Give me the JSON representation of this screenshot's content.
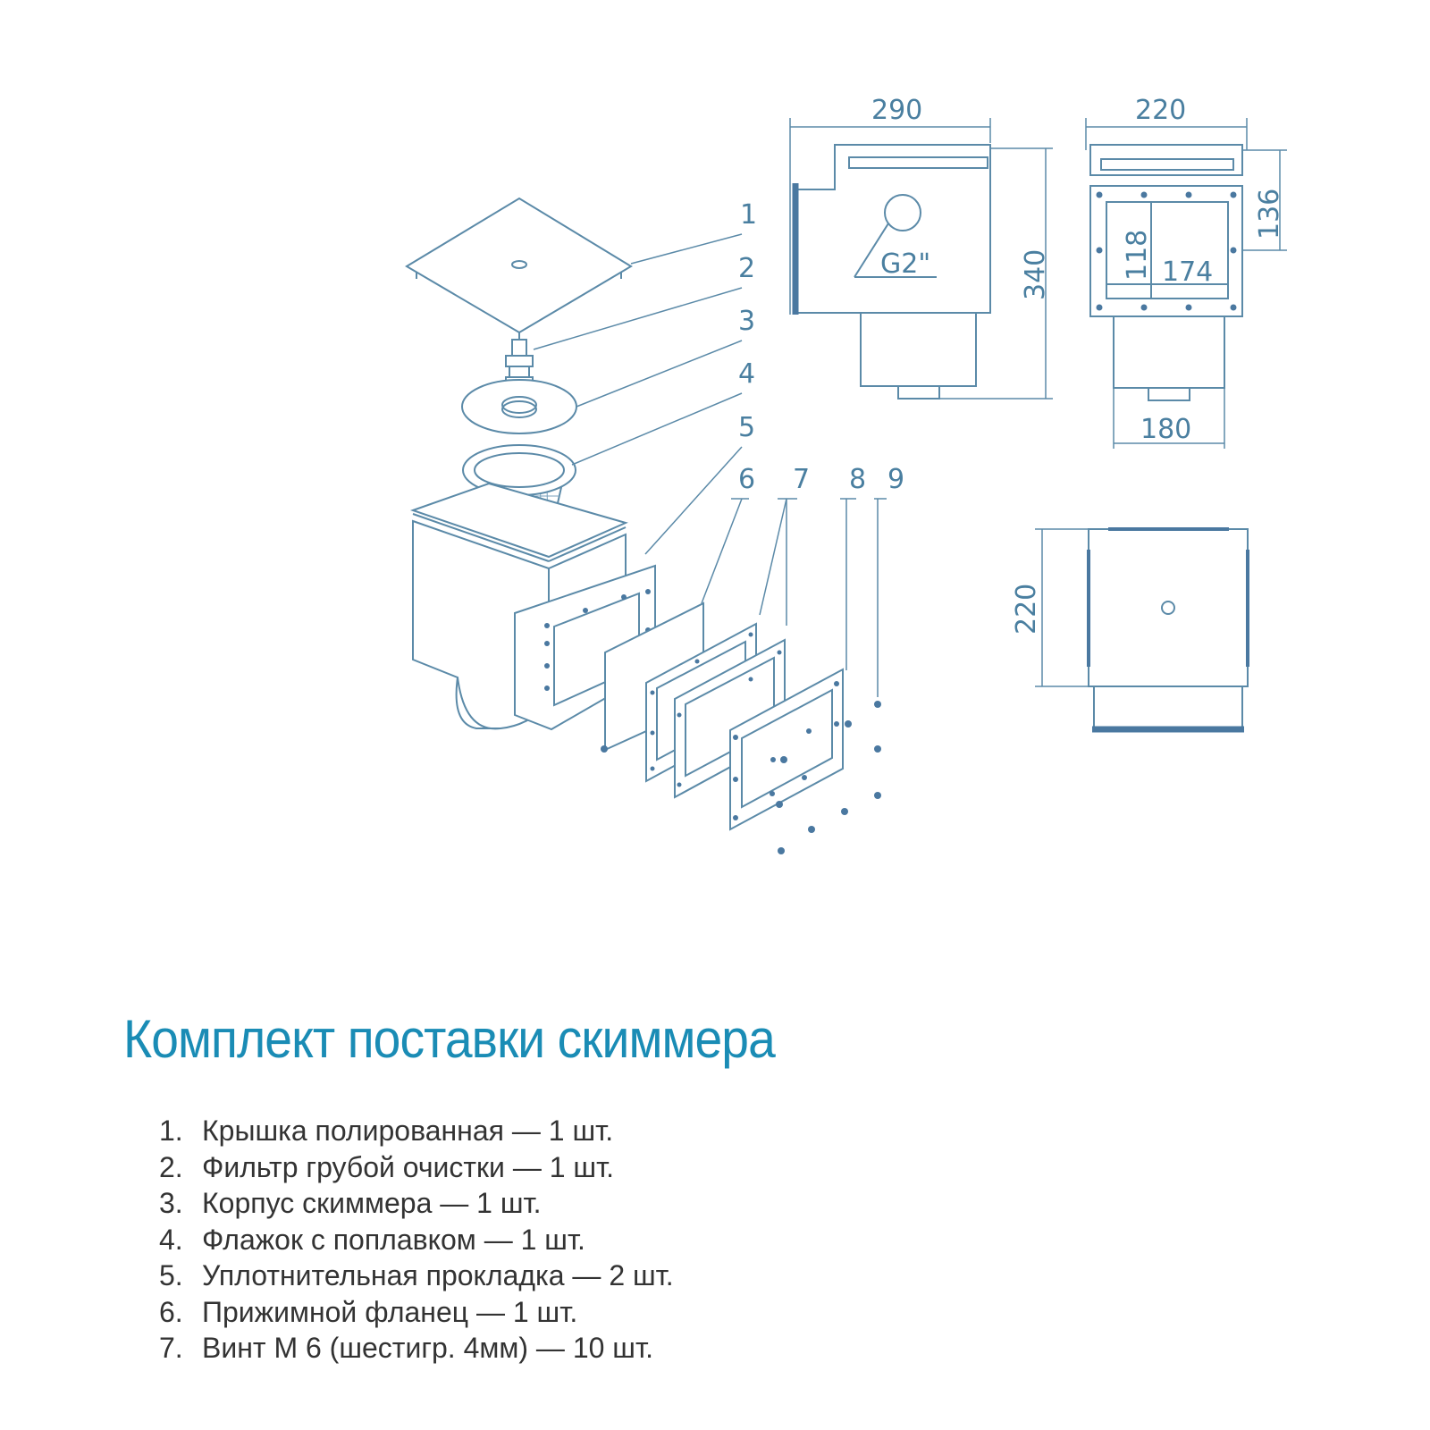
{
  "diagram": {
    "callouts": [
      "1",
      "2",
      "3",
      "4",
      "5",
      "6",
      "7",
      "8",
      "9"
    ],
    "front_view": {
      "width": "290",
      "height": "340",
      "thread": "G2\""
    },
    "side_view": {
      "width": "220",
      "height": "136",
      "opening_height": "118",
      "opening_width": "174",
      "bottom_width": "180"
    },
    "top_view": {
      "depth": "220"
    },
    "colors": {
      "line": "#5b8aa8",
      "heavy": "#4a78a0",
      "title": "#1a8cb5",
      "text": "#333333"
    }
  },
  "kit": {
    "title": "Комплект поставки скиммера",
    "items": [
      {
        "num": "1.",
        "text": "Крышка полированная — 1 шт."
      },
      {
        "num": "2.",
        "text": "Фильтр грубой очистки — 1 шт."
      },
      {
        "num": "3.",
        "text": "Корпус скиммера — 1 шт."
      },
      {
        "num": "4.",
        "text": "Флажок с поплавком — 1 шт."
      },
      {
        "num": "5.",
        "text": "Уплотнительная прокладка — 2 шт."
      },
      {
        "num": "6.",
        "text": "Прижимной фланец — 1 шт."
      },
      {
        "num": "7.",
        "text": "Винт М 6 (шестигр. 4мм) — 10 шт."
      }
    ]
  }
}
